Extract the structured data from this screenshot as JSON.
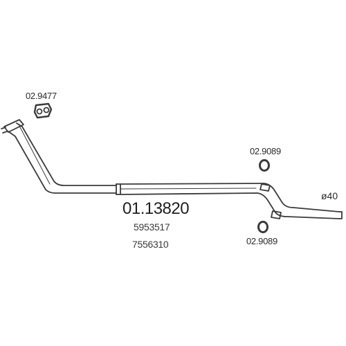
{
  "diagram": {
    "part_number": "01.13820",
    "oem_refs": [
      "5953517",
      "7556310"
    ],
    "components": {
      "flange_gasket": "02.9477",
      "ring_top": "02.9089",
      "ring_bottom": "02.9089"
    },
    "pipe_diameter": "ø40"
  },
  "colors": {
    "line": "#3a3a3a",
    "text": "#2b2b2b",
    "background": "#ffffff"
  }
}
